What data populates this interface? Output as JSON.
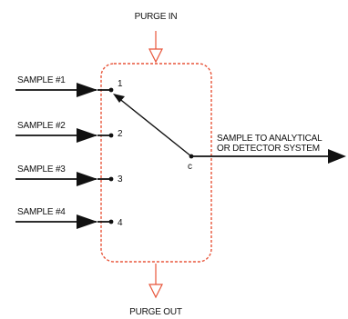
{
  "labels": {
    "purge_in": "PURGE IN",
    "purge_out": "PURGE OUT",
    "output_line1": "SAMPLE TO ANALYTICAL",
    "output_line2": "OR DETECTOR SYSTEM",
    "common_port": "c"
  },
  "inputs": [
    {
      "label": "SAMPLE #1",
      "port": "1"
    },
    {
      "label": "SAMPLE #2",
      "port": "2"
    },
    {
      "label": "SAMPLE #3",
      "port": "3"
    },
    {
      "label": "SAMPLE #4",
      "port": "4"
    }
  ],
  "selected_port": "1",
  "colors": {
    "enclosure": "#e8553a",
    "lines": "#111111"
  }
}
